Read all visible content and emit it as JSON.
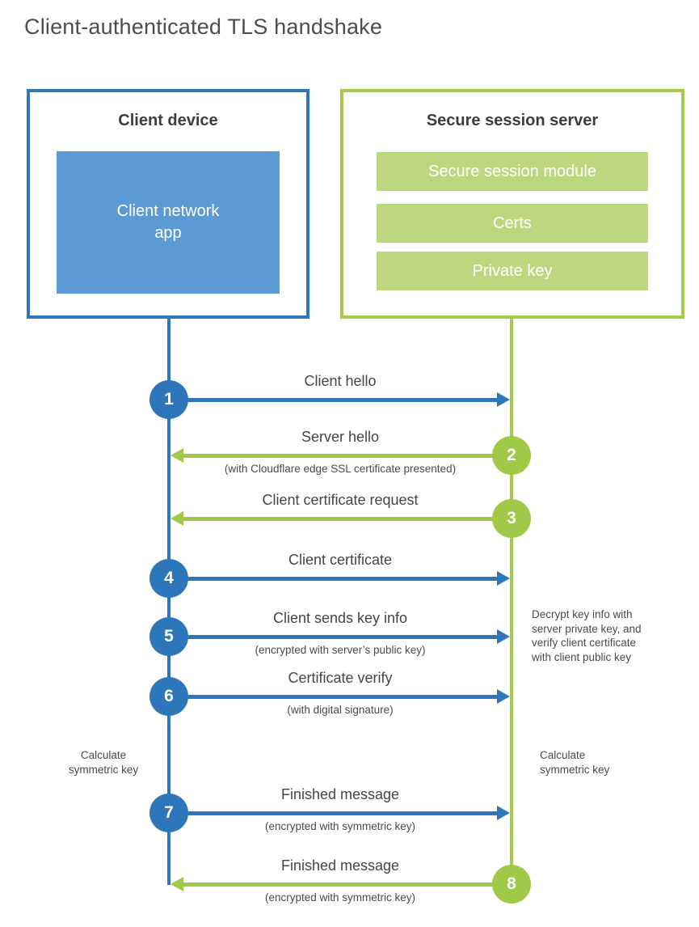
{
  "title": "Client-authenticated TLS handshake",
  "client_box": {
    "title": "Client device",
    "app_label": "Client network\napp"
  },
  "server_box": {
    "title": "Secure session server",
    "modules": [
      "Secure session module",
      "Certs",
      "Private key"
    ]
  },
  "rows": [
    {
      "num": "1",
      "label": "Client hello"
    },
    {
      "num": "2",
      "label": "Server hello",
      "sub": "(with Cloudflare edge SSL certificate presented)"
    },
    {
      "num": "3",
      "label": "Client certificate request"
    },
    {
      "num": "4",
      "label": "Client certificate"
    },
    {
      "num": "5",
      "label": "Client sends key info",
      "sub": "(encrypted with server’s public key)"
    },
    {
      "num": "6",
      "label": "Certificate verify",
      "sub": "(with digital signature)"
    },
    {
      "num": "7",
      "label": "Finished message",
      "sub": "(encrypted with symmetric key)"
    },
    {
      "num": "8",
      "label": "Finished message",
      "sub": "(encrypted with symmetric key)"
    }
  ],
  "notes": {
    "server_side": "Decrypt key info with\nserver private key, and\nverify client certificate\nwith client public key",
    "client_calc": "Calculate\nsymmetric key",
    "server_calc": "Calculate\nsymmetric key"
  },
  "colors": {
    "client_accent": "#2e76ba",
    "client_fill": "#5b9ad3",
    "server_accent": "#a3cb4e",
    "server_fill": "#bdd77f",
    "circle_green": "#a0c948",
    "text_dark": "#3d3d3d",
    "text_gray": "#4a4a4a"
  }
}
